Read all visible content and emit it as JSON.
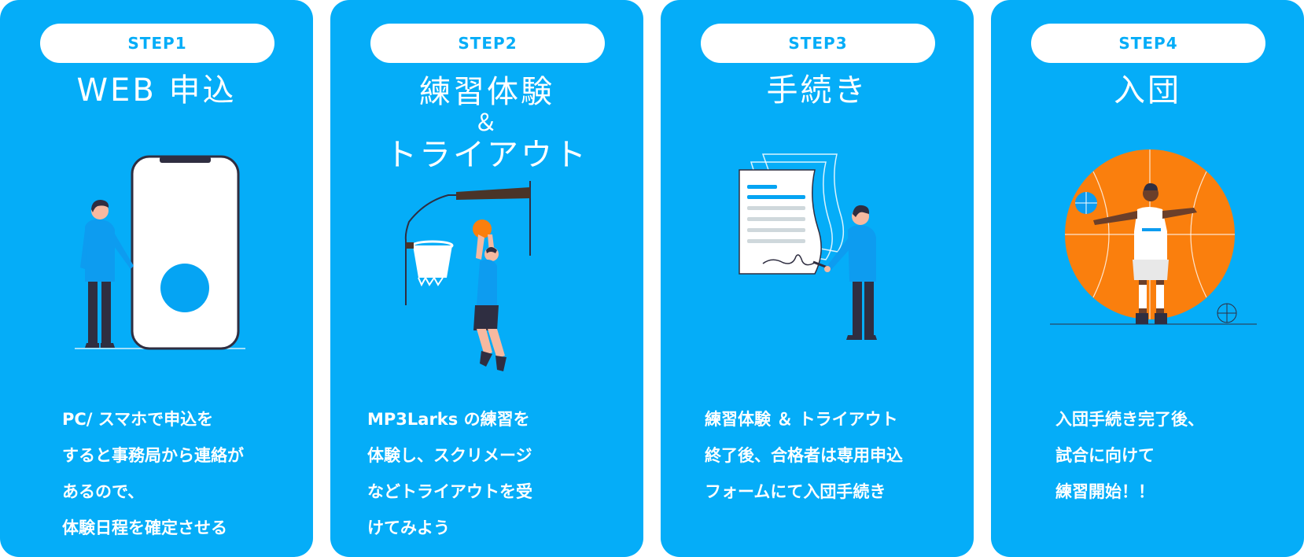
{
  "steps": [
    {
      "label": "STEP1",
      "title": [
        "WEB 申込"
      ],
      "description": [
        "PC/ スマホで申込を",
        "すると事務局から連絡が",
        "あるので、",
        "体験日程を確定させる"
      ]
    },
    {
      "label": "STEP2",
      "title": [
        "練習体験",
        "＆",
        "トライアウト"
      ],
      "description": [
        "MP3Larks の練習を",
        "体験し、スクリメージ",
        "などトライアウトを受",
        "けてみよう"
      ]
    },
    {
      "label": "STEP3",
      "title": [
        "手続き"
      ],
      "description": [
        "練習体験 ＆ トライアウト",
        "終了後、合格者は専用申込",
        "フォームにて入団手続き"
      ]
    },
    {
      "label": "STEP4",
      "title": [
        "入団"
      ],
      "description": [
        "入団手続き完了後、",
        "試合に向けて",
        "練習開始！！"
      ]
    }
  ],
  "colors": {
    "card_background": "#05adf8",
    "pill_background": "#ffffff",
    "text": "#ffffff",
    "accent_orange": "#fa7f0d",
    "figure_shirt": "#0d9cf0",
    "figure_dark": "#2f2e41"
  },
  "icons": [
    "smartphone-signup-illustration",
    "basketball-shot-illustration",
    "document-signing-illustration",
    "basketball-player-illustration"
  ]
}
